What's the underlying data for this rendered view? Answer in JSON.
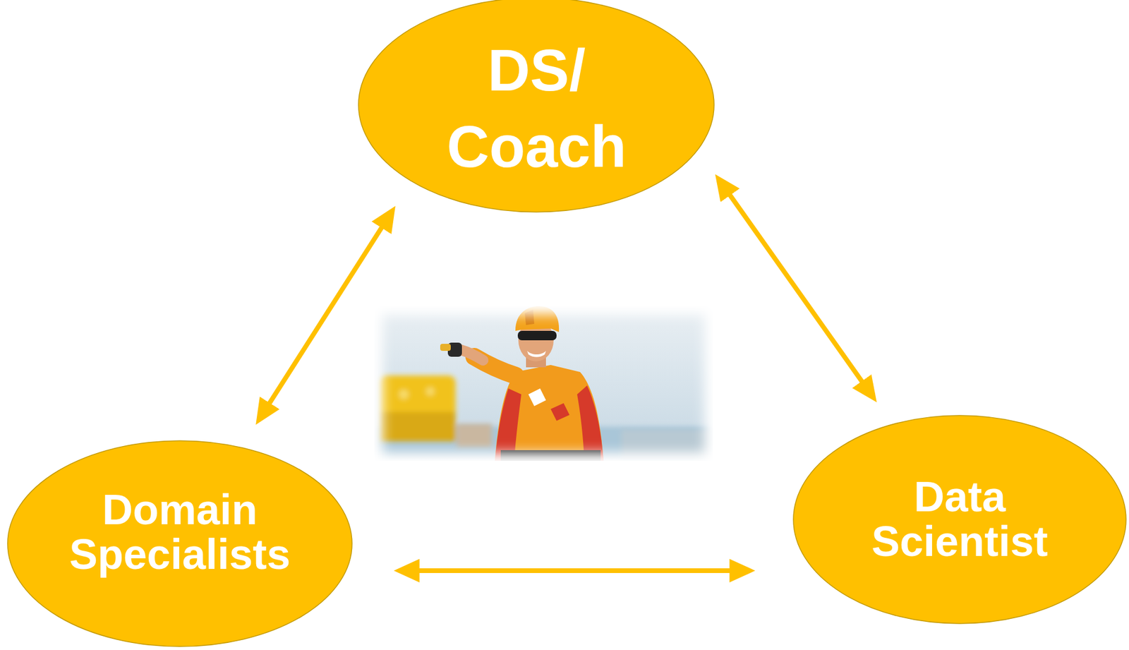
{
  "diagram": {
    "nodes": [
      {
        "text": [
          "DS/ Coach"
        ]
      },
      {
        "text": [
          "Domain Specialists"
        ]
      },
      {
        "text": [
          "Data Scientist"
        ]
      }
    ],
    "edges": [
      {
        "from": 0,
        "to": 1,
        "arrow": "both"
      },
      {
        "from": 0,
        "to": 2,
        "arrow": "both"
      },
      {
        "from": 1,
        "to": 2,
        "arrow": "both"
      }
    ]
  }
}
